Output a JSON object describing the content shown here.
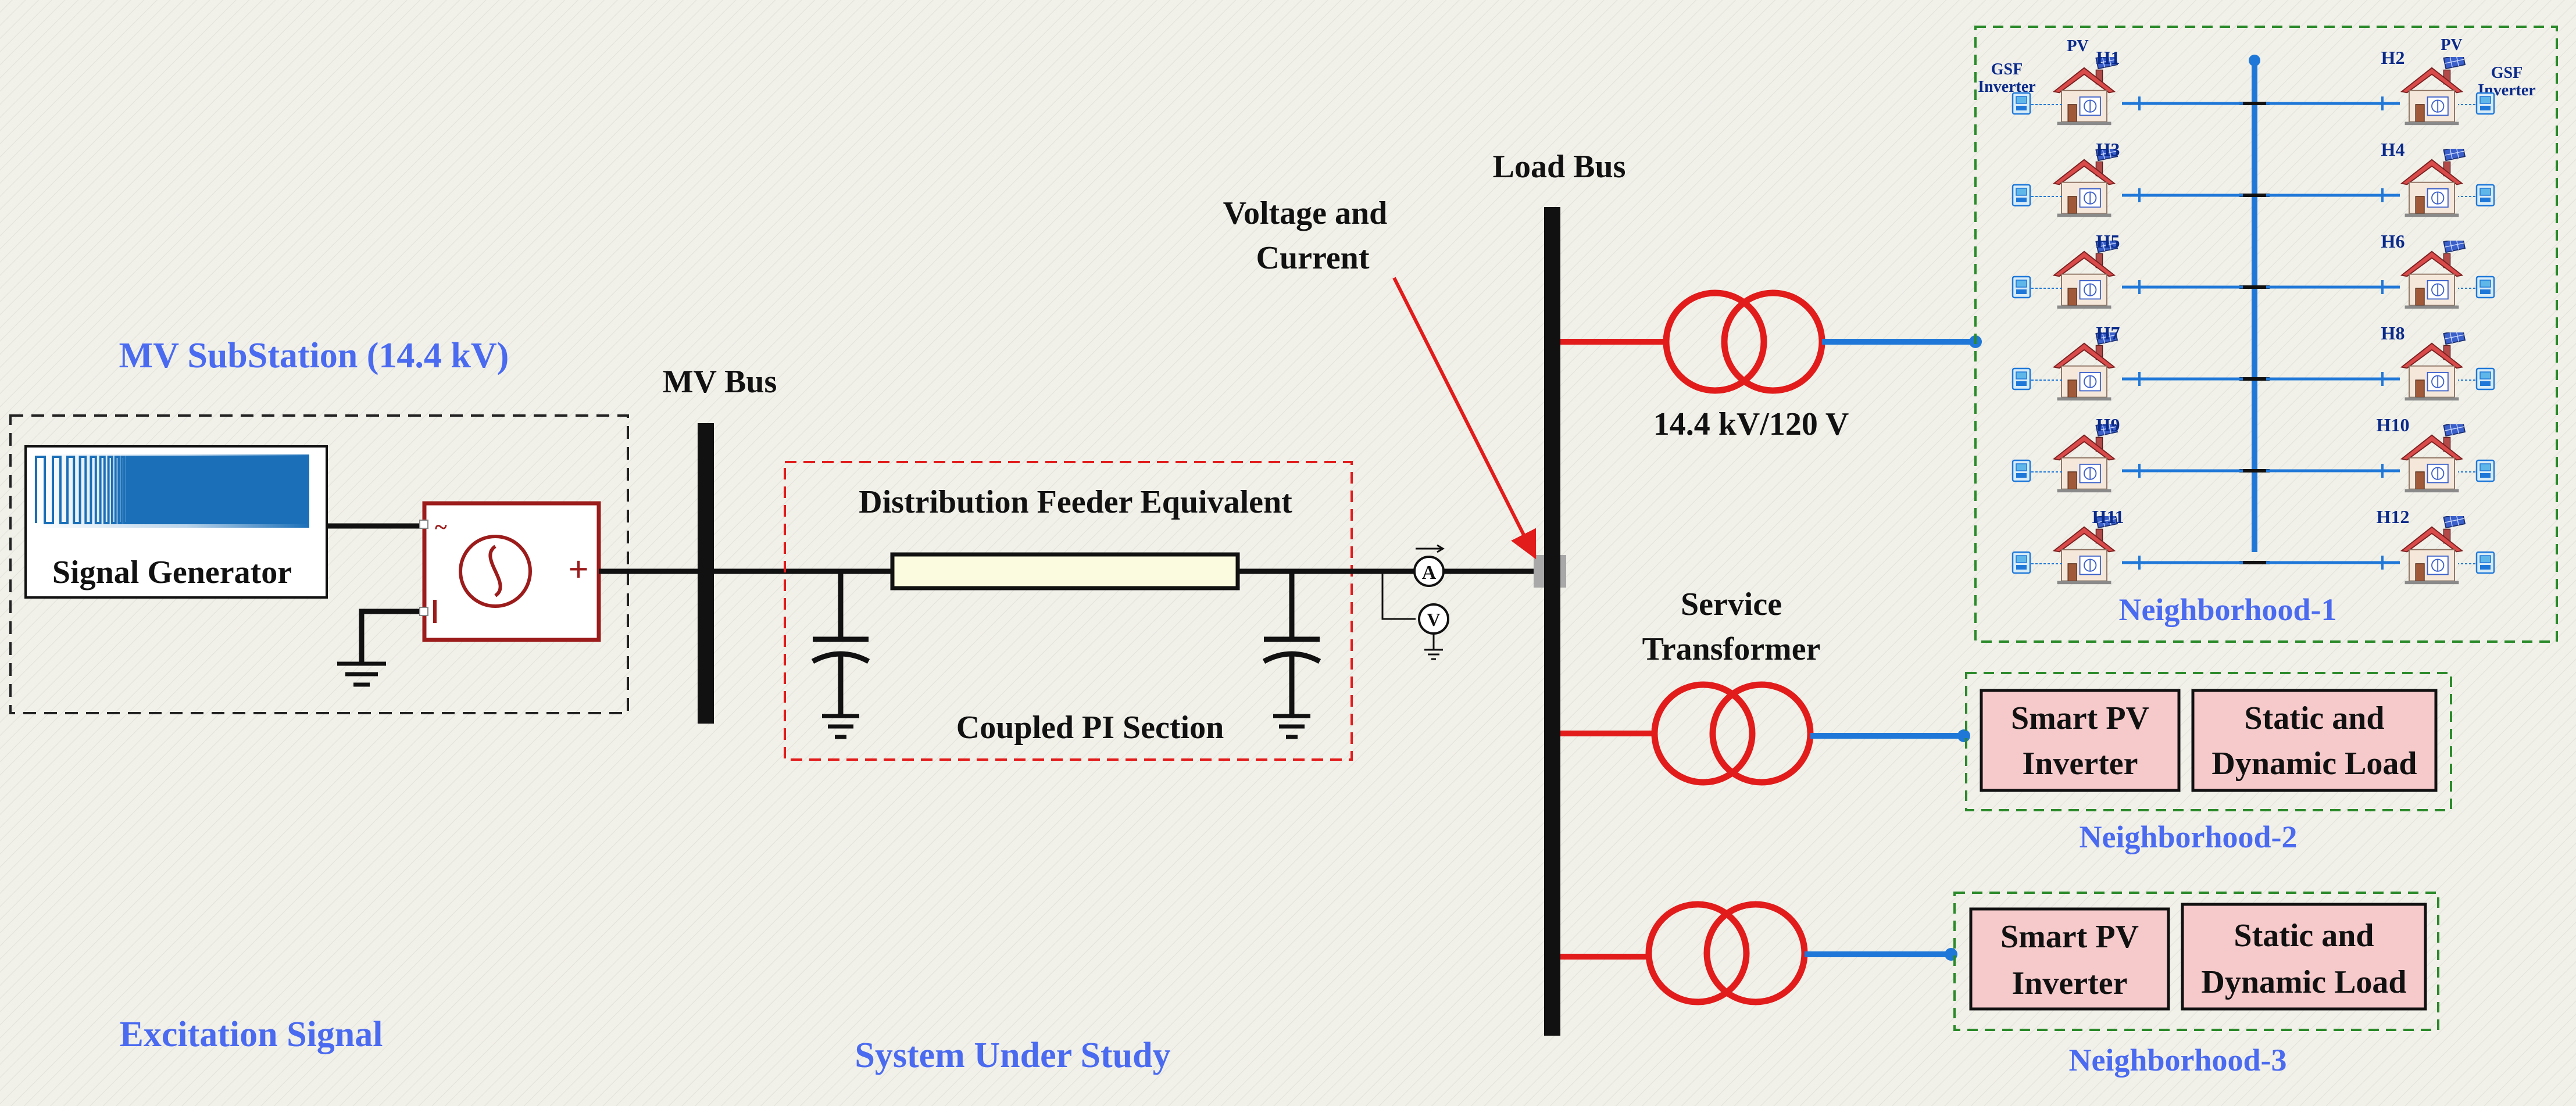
{
  "labels": {
    "mv_substation": "MV SubStation (14.4 kV)",
    "signal_generator": "Signal Generator",
    "mv_bus": "MV Bus",
    "feeder_title": "Distribution Feeder Equivalent",
    "coupled_pi": "Coupled PI Section",
    "voltage_current_1": "Voltage and",
    "voltage_current_2": "Current",
    "load_bus": "Load Bus",
    "transformer_rating": "14.4 kV/120 V",
    "service_transformer_1": "Service",
    "service_transformer_2": "Transformer",
    "excitation_signal": "Excitation Signal",
    "system_under_study": "System Under Study",
    "ammeter": "A",
    "voltmeter": "V",
    "plus": "+"
  },
  "neighborhoods": {
    "n1": {
      "title": "Neighborhood-1",
      "pv": "PV",
      "gsf_1": "GSF",
      "gsf_2": "Inverter",
      "houses": [
        "H1",
        "H2",
        "H3",
        "H4",
        "H5",
        "H6",
        "H7",
        "H8",
        "H9",
        "H10",
        "H11",
        "H12"
      ]
    },
    "n2": {
      "title": "Neighborhood-2",
      "inverter_1": "Smart PV",
      "inverter_2": "Inverter",
      "load_1": "Static and",
      "load_2": "Dynamic Load"
    },
    "n3": {
      "title": "Neighborhood-3",
      "inverter_1": "Smart PV",
      "inverter_2": "Inverter",
      "load_1": "Static and",
      "load_2": "Dynamic Load"
    }
  },
  "colors": {
    "label_blue": "#4a6af0",
    "line_red": "#e21b1b",
    "line_blue": "#1f78d8",
    "source_border": "#9c1c1c",
    "box_fill": "#f6c9cb",
    "green_dash": "#2a8a2a"
  }
}
